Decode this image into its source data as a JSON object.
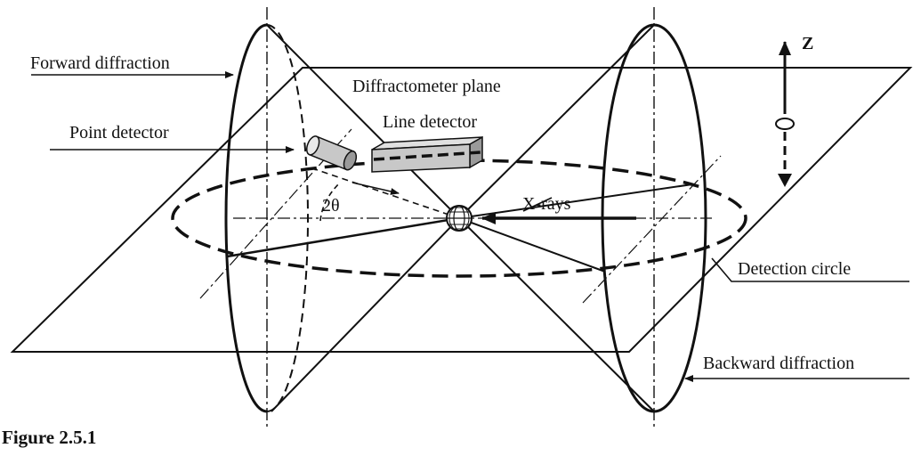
{
  "diagram": {
    "labels": {
      "forward_diffraction": "Forward diffraction",
      "diffractometer_plane": "Diffractometer plane",
      "point_detector": "Point detector",
      "line_detector": "Line detector",
      "two_theta": "2θ",
      "x_rays": "X-rays",
      "detection_circle": "Detection circle",
      "backward_diffraction": "Backward diffraction",
      "z_axis": "Z"
    },
    "caption": "Figure 2.5.1",
    "colors": {
      "ink": "#111111",
      "detector_fill": "#c8c8c8",
      "background": "#ffffff"
    }
  }
}
